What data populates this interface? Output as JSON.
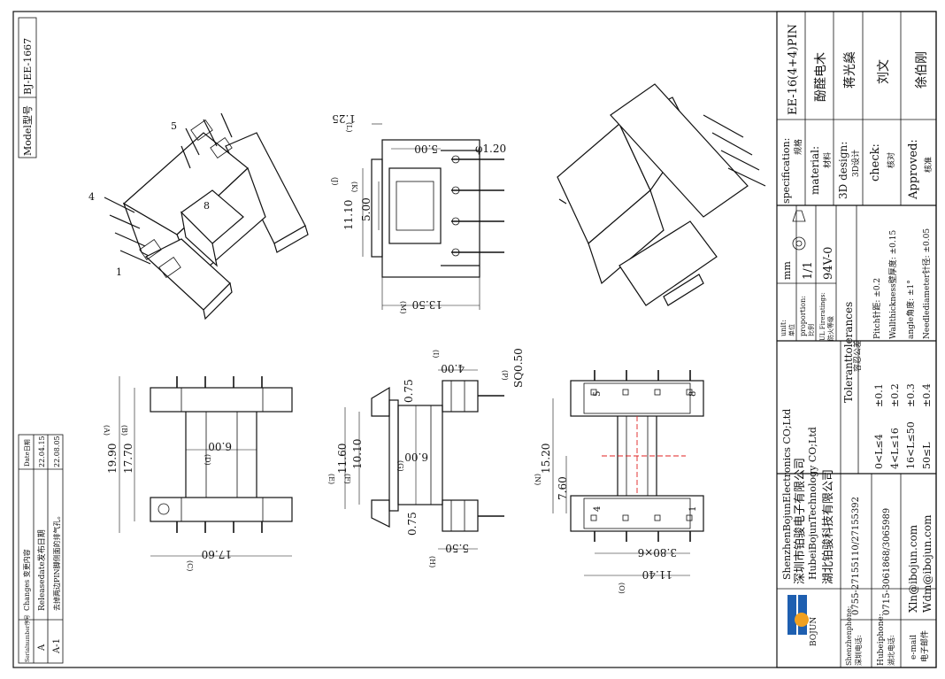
{
  "model_block": {
    "label": "Model型号",
    "value": "BJ-EE-1667"
  },
  "changes_table": {
    "headers": [
      "Serialnumber序号",
      "Changes 变更内容",
      "Date日期"
    ],
    "rows": [
      {
        "serial": "A",
        "change": "Releasedate发布日期",
        "date": "22.04.15"
      },
      {
        "serial": "A-1",
        "change": "去掉两边PIN脚侧面的排气孔。",
        "date": "22.08.05"
      }
    ]
  },
  "views": {
    "top_left_3d_pins": [
      "4",
      "5",
      "1",
      "8"
    ],
    "top_middle": {
      "dims": [
        "1.25",
        "5.00",
        "φ1.20",
        "11.10",
        "5.00",
        "13.50"
      ],
      "refs": [
        "(L)",
        "(J)",
        "(K)",
        "(M)"
      ]
    },
    "front": {
      "dims": [
        "19.90",
        "17.70",
        "6.00",
        "17.60"
      ],
      "refs": [
        "(A)",
        "(B)",
        "(D)",
        "(C)"
      ]
    },
    "side": {
      "dims": [
        "4.00",
        "SQ0.50",
        "0.75",
        "11.60",
        "10.10",
        "6.00",
        "0.75",
        "5.50"
      ],
      "refs": [
        "(I)",
        "(P)",
        "(E)",
        "(F)",
        "(G)",
        "(H)"
      ]
    },
    "bottom": {
      "dims": [
        "15.20",
        "7.60",
        "3.80×6",
        "11.40"
      ],
      "refs": [
        "(N)",
        "(O)"
      ],
      "pins": [
        "5",
        "8",
        "4",
        "1"
      ]
    }
  },
  "title_block": {
    "specification": {
      "label_en": "specification:",
      "label_cn": "规格",
      "value": "EE-16(4+4)PIN"
    },
    "material": {
      "label_en": "material:",
      "label_cn": "材料",
      "value": "酚醛电木"
    },
    "design": {
      "label_en": "3D design:",
      "label_cn": "3D设计",
      "value": "蒋光燊"
    },
    "check": {
      "label_en": "check:",
      "label_cn": "核对",
      "value": "刘文"
    },
    "approved": {
      "label_en": "Approved:",
      "label_cn": "核准",
      "value": "徐伯刚"
    },
    "unit": {
      "label_en": "unit:",
      "label_cn": "单位",
      "value": "mm"
    },
    "proportion": {
      "label_en": "proportion:",
      "label_cn": "比例",
      "value": "1/1"
    },
    "ul": {
      "label_en": "UL Fireratings:",
      "label_cn": "防火等级",
      "value": "94V-0"
    },
    "tolerance_title": "Toleranttolerances",
    "tolerance_subtitle": "容忍公差",
    "tolerances": [
      {
        "range": "0<L≤4",
        "tol": "±0.1"
      },
      {
        "range": "4<L≤16",
        "tol": "±0.2"
      },
      {
        "range": "16<L≤50",
        "tol": "±0.3"
      },
      {
        "range": "50≤L",
        "tol": "±0.4"
      }
    ],
    "extra_tolerances": [
      "Pitch针距: ±0.2",
      "Wallthickness壁厚度: ±0.15",
      "angle角度: ±1°",
      "Needlediameter针径: ±0.05"
    ],
    "company": [
      "ShenzhenBojunElectronics CO;Ltd",
      "深圳市铂骏电子有限公司",
      "HubeiBojunTechnology CO;Ltd",
      "湖北铂骏科技有限公司"
    ],
    "logo_text": "BOJUN",
    "contacts": [
      {
        "label_en": "Shenzhenphone:",
        "label_cn": "深圳电话:",
        "value": "0755-27155110/27155392"
      },
      {
        "label_en": "Hubeiphone:",
        "label_cn": "湖北电话:",
        "value": "0715-3061868/3065989"
      },
      {
        "label_en": "e-mail",
        "label_cn": "电子邮件",
        "value": "Xln@ibojun.com",
        "value2": "Wdm@ibojun.com"
      }
    ]
  }
}
